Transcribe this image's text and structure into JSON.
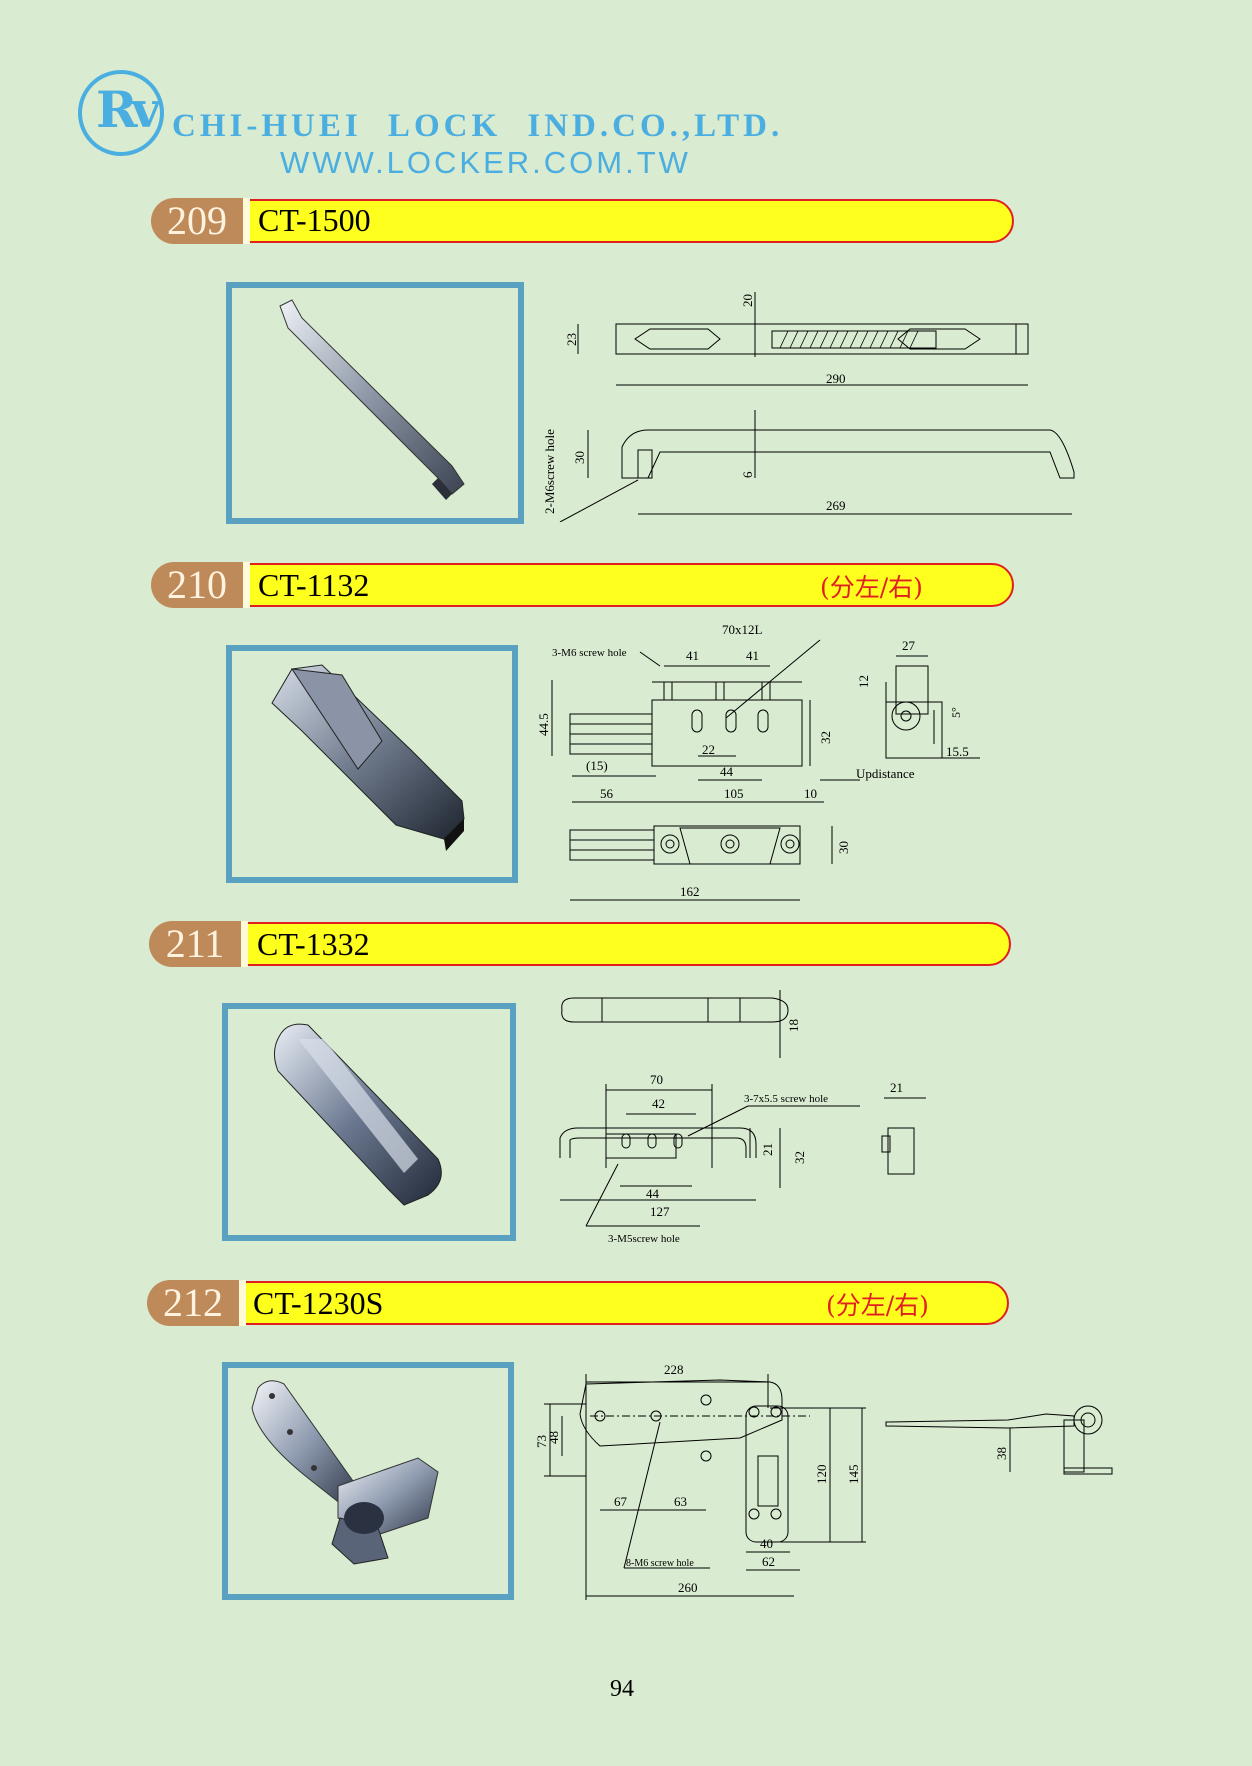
{
  "header": {
    "logo_text": "Rv",
    "company": "CHI-HUEI LOCK IND.CO.,LTD.",
    "website": "WWW.LOCKER.COM.TW"
  },
  "products": [
    {
      "number": "209",
      "model": "CT-1500",
      "side": "",
      "dims": {
        "d1": "20",
        "d2": "23",
        "d3": "290",
        "d4": "30",
        "d5": "6",
        "d6": "269",
        "hole": "2-M6screw hole"
      }
    },
    {
      "number": "210",
      "model": "CT-1132",
      "side": "(分左/右)",
      "dims": {
        "slot": "70x12L",
        "hole": "3-M6 screw hole",
        "a": "41",
        "b": "41",
        "c": "27",
        "d": "12",
        "e": "44.5",
        "f": "32",
        "g": "5°",
        "h": "22",
        "i": "15.5",
        "j": "(15)",
        "k": "44",
        "l": "Updistance",
        "m": "56",
        "n": "105",
        "o": "10",
        "p": "30",
        "q": "162"
      }
    },
    {
      "number": "211",
      "model": "CT-1332",
      "side": "",
      "dims": {
        "a": "18",
        "b": "70",
        "c": "42",
        "hole1": "3-7x5.5 screw hole",
        "d": "21",
        "e": "21",
        "f": "32",
        "g": "44",
        "h": "127",
        "hole2": "3-M5screw hole"
      }
    },
    {
      "number": "212",
      "model": "CT-1230S",
      "side": "(分左/右)",
      "dims": {
        "a": "228",
        "b": "73",
        "c": "48",
        "d": "120",
        "e": "145",
        "f": "38",
        "g": "67",
        "h": "63",
        "i": "40",
        "j": "62",
        "hole": "8-M6 screw hole",
        "k": "260"
      }
    }
  ],
  "page_number": "94",
  "colors": {
    "background": "#d9ebd0",
    "bar": "#ffff1e",
    "bar_border": "#e02020",
    "pill": "#bf8a5a",
    "logo": "#4aaee0",
    "frame": "#5aa0c0"
  }
}
